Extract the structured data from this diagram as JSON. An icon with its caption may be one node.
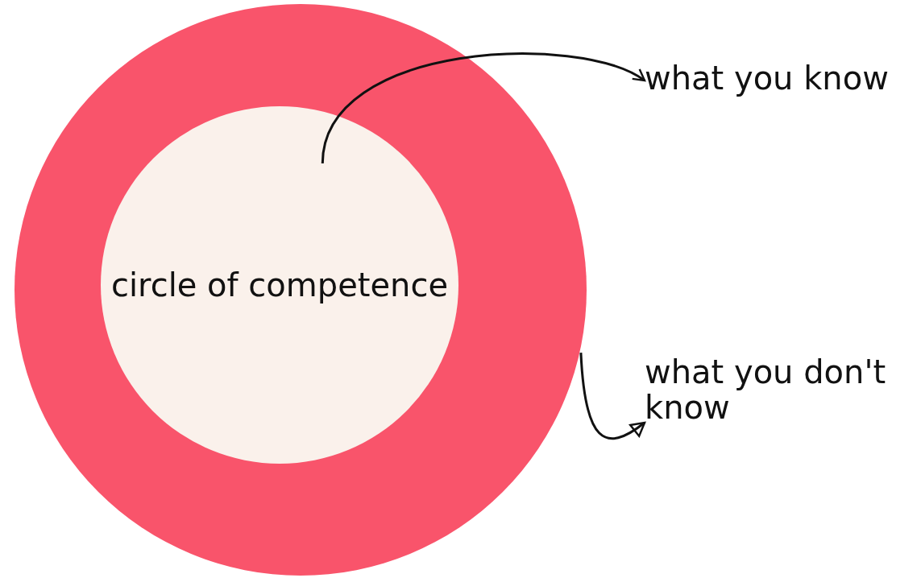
{
  "diagram": {
    "nodes": [
      {
        "text": [],
        "shape": "circle"
      },
      {
        "text": [
          "circle of competence"
        ],
        "in": 0
      },
      {
        "text": [
          "what you know"
        ]
      },
      {
        "text": [
          "what you don't know"
        ]
      }
    ],
    "edges": [
      {
        "from": 1,
        "to": 2,
        "arrow": "to"
      },
      {
        "from": 0,
        "to": 3,
        "arrow": "to"
      }
    ]
  }
}
